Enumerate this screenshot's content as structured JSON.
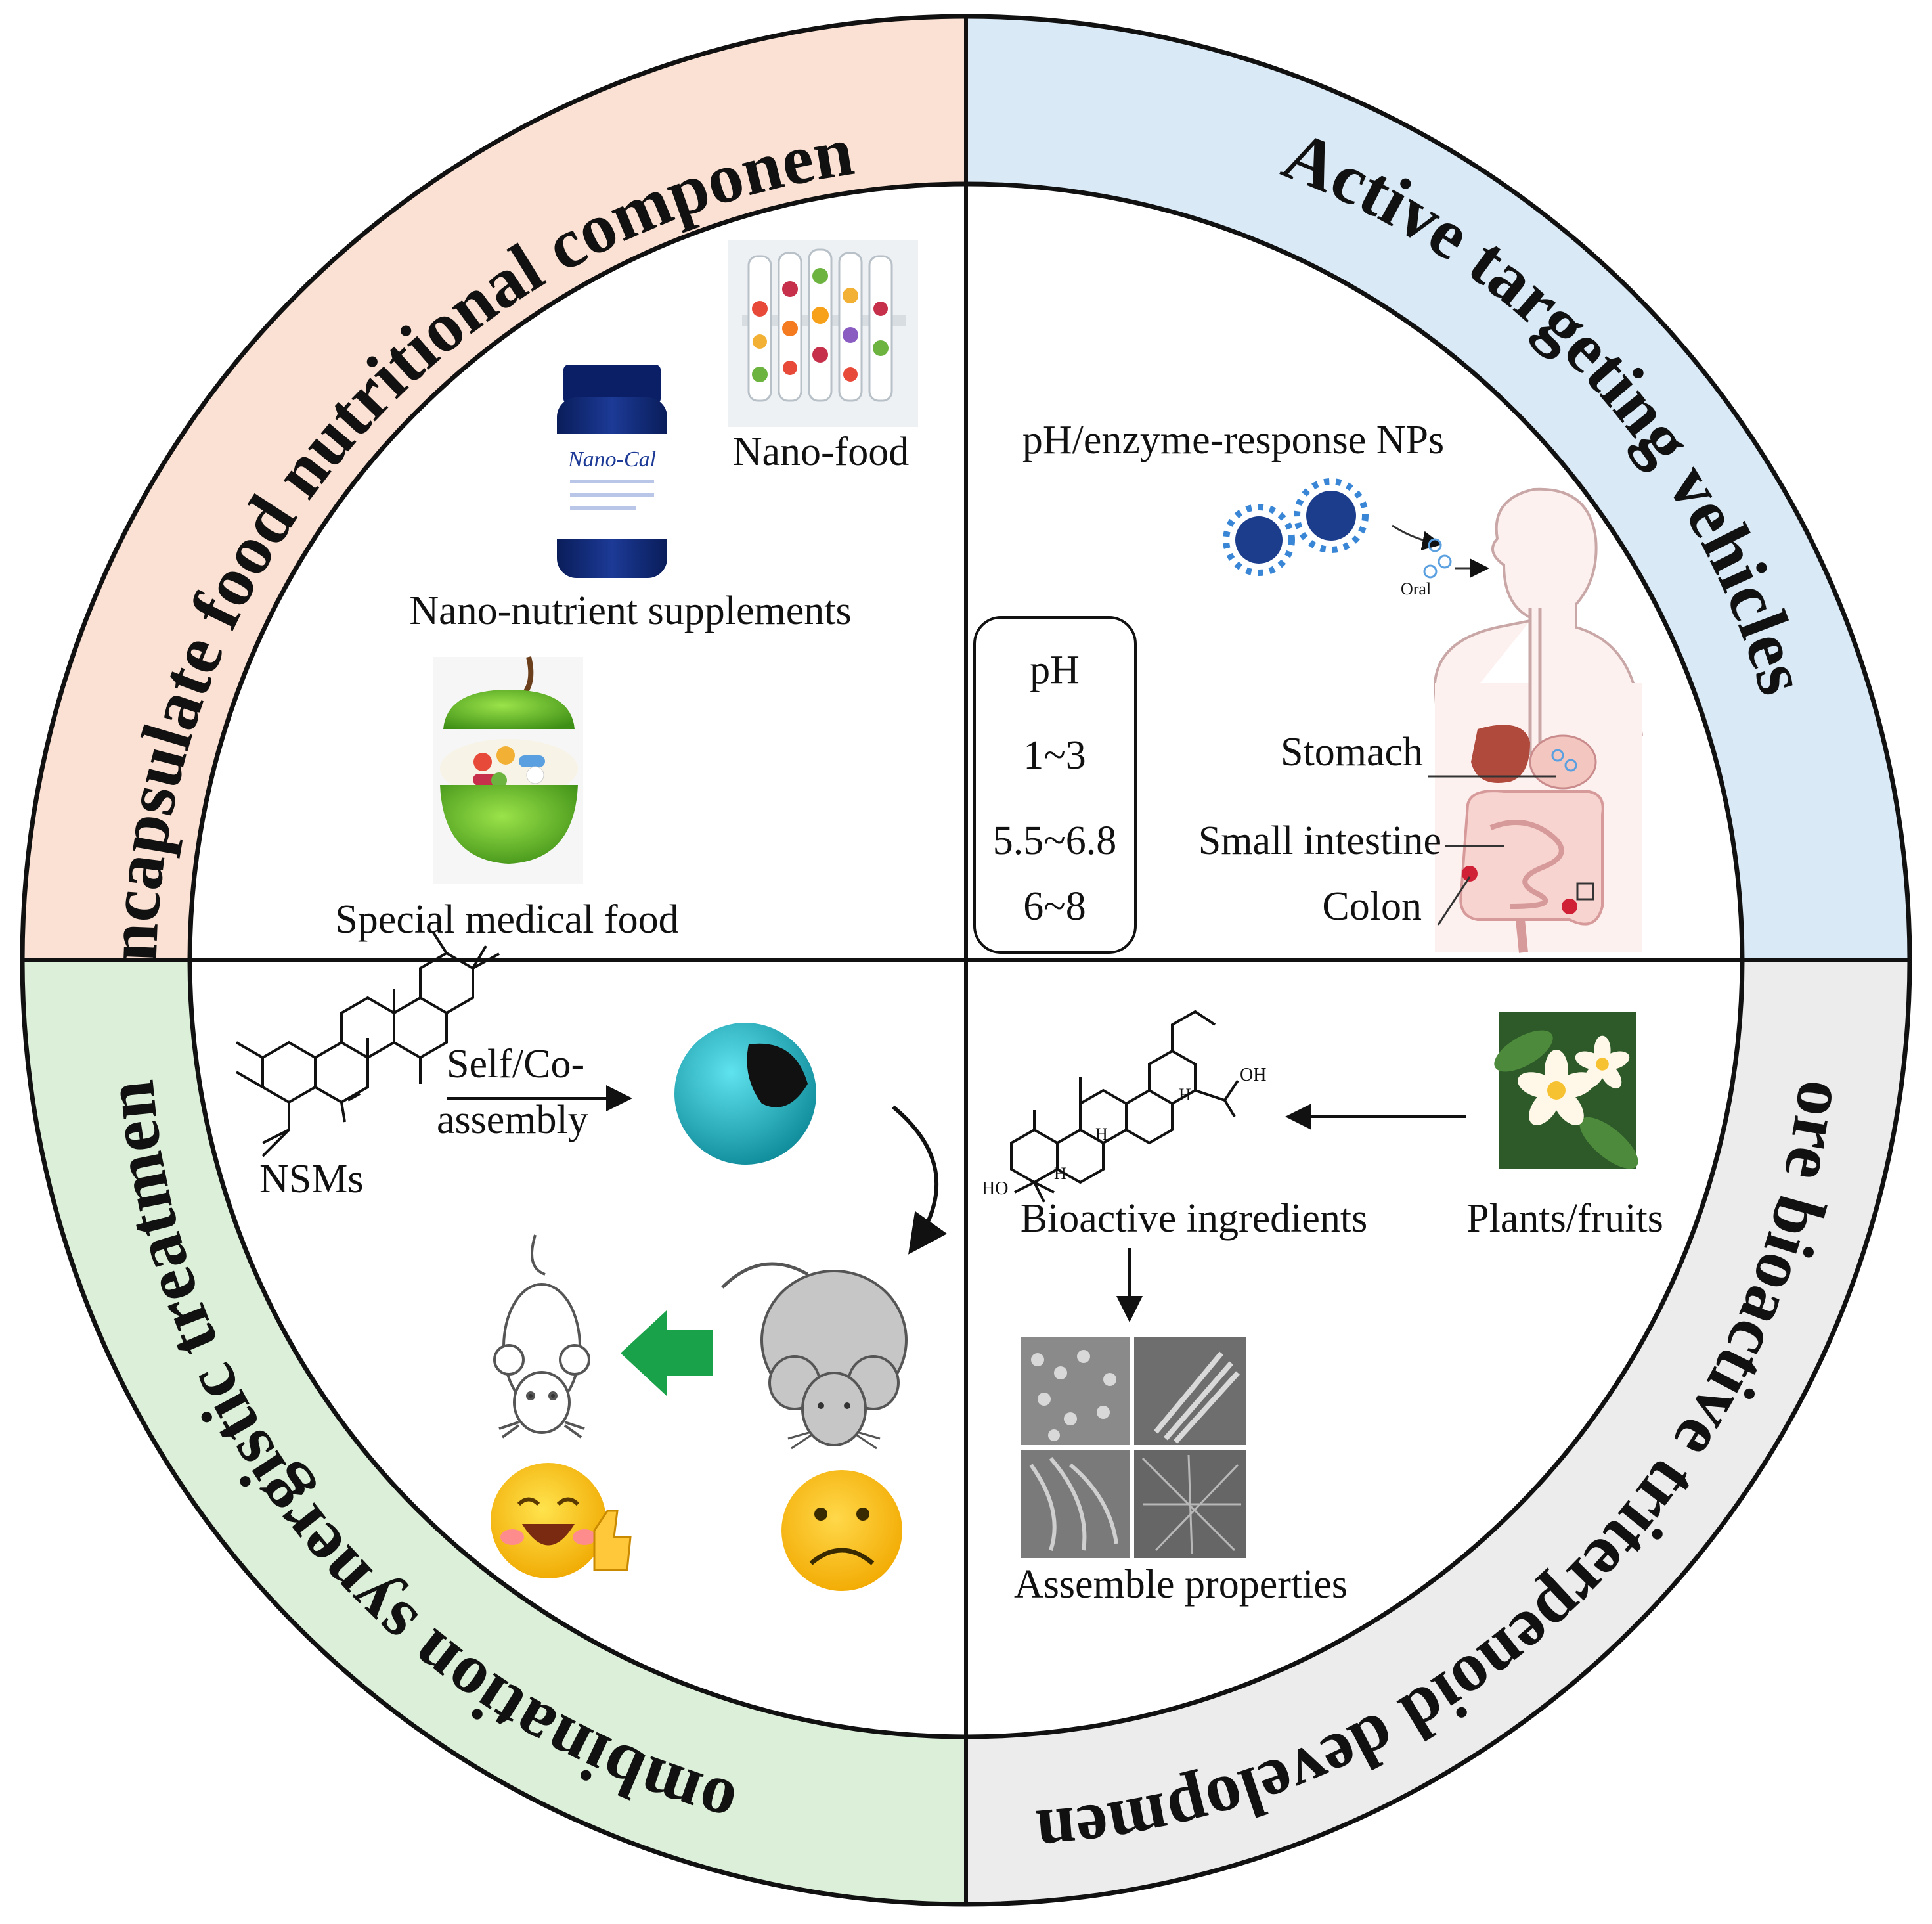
{
  "colors": {
    "q1": "#fbe1d3",
    "q2": "#d9e9f6",
    "q3": "#dcefd9",
    "q4": "#ececec",
    "outline": "#111111",
    "nanoparticle": "#1b5fae",
    "arrow_green": "#1aa24a",
    "sphere": "#18b2c2"
  },
  "ring": {
    "top_left": "Encapsulate food nutritional components",
    "top_right": "Active targeting vehicles",
    "bottom_right": "More bioactive triterpenoid development",
    "bottom_left": "Combination synergistic treatment"
  },
  "q1": {
    "nano_food": "Nano-food",
    "bottle_label": "Nano-Cal",
    "nano_nutrient": "Nano-nutrient supplements",
    "special_medical": "Special medical food"
  },
  "q2": {
    "np_label": "pH/enzyme-response NPs",
    "oral": "Oral",
    "ph_header": "pH",
    "ph_values": [
      "1~3",
      "5.5~6.8",
      "6~8"
    ],
    "organs": [
      "Stomach",
      "Small intestine",
      "Colon"
    ]
  },
  "q3": {
    "nsms": "NSMs",
    "assembly_line1": "Self/Co-",
    "assembly_line2": "assembly"
  },
  "q4": {
    "bioactive": "Bioactive ingredients",
    "plants": "Plants/fruits",
    "assemble": "Assemble properties",
    "cooh": "OH",
    "ho": "HO",
    "h": "H"
  },
  "icons": {
    "molecule": "triterpenoid-structure-icon",
    "sphere": "nanoparticle-sphere-icon",
    "mouse": "mouse-icon",
    "happy": "happy-emoji-icon",
    "sad": "sad-emoji-icon",
    "flower": "flower-photo",
    "sem": "sem-micrograph-grid"
  }
}
